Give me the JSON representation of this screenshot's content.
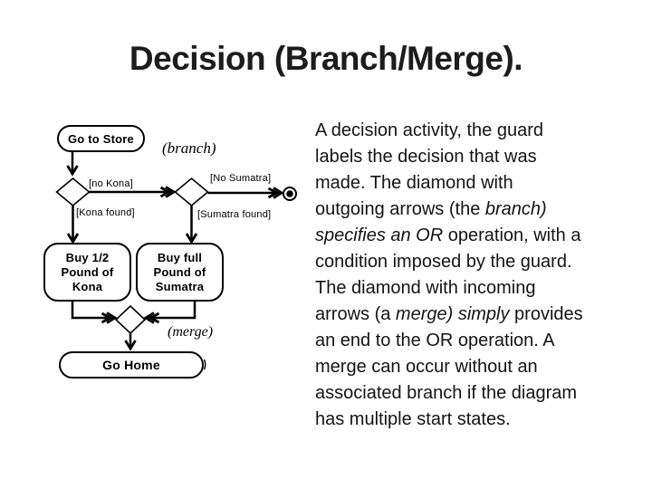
{
  "slide": {
    "title": "Decision (Branch/Merge)."
  },
  "diagram": {
    "nodes": {
      "start": "Go to Store",
      "buy_kona": [
        "Buy 1/2",
        "Pound of",
        "Kona"
      ],
      "buy_sumatra": [
        "Buy full",
        "Pound of",
        "Sumatra"
      ],
      "home": "Go Home"
    },
    "guards": {
      "no_kona": "[no  Kona]",
      "kona_found": "[Kona found]",
      "no_sumatra": "[No Sumatra]",
      "sumatra_found": "[Sumatra found]"
    },
    "annotations": {
      "branch": "(branch)",
      "merge": "(merge)"
    },
    "icons": {
      "decision_diamond": "branch-diamond",
      "merge_diamond": "merge-diamond",
      "final_state": "final-state-bullseye"
    }
  },
  "body": {
    "lines": [
      [
        {
          "t": "A decision activity, the guard",
          "i": false
        }
      ],
      [
        {
          "t": "labels the decision that was",
          "i": false
        }
      ],
      [
        {
          "t": "made. The diamond with",
          "i": false
        }
      ],
      [
        {
          "t": "outgoing arrows (the ",
          "i": false
        },
        {
          "t": "branch)",
          "i": true
        }
      ],
      [
        {
          "t": "specifies an OR",
          "i": true
        },
        {
          "t": " operation, with a",
          "i": false
        }
      ],
      [
        {
          "t": "condition imposed by the guard.",
          "i": false
        }
      ],
      [
        {
          "t": "The diamond with incoming",
          "i": false
        }
      ],
      [
        {
          "t": "arrows (a ",
          "i": false
        },
        {
          "t": "merge) simply",
          "i": true
        },
        {
          "t": " provides",
          "i": false
        }
      ],
      [
        {
          "t": "an end to the OR operation. A",
          "i": false
        }
      ],
      [
        {
          "t": "merge can occur without an",
          "i": false
        }
      ],
      [
        {
          "t": "associated branch if the diagram",
          "i": false
        }
      ],
      [
        {
          "t": "has multiple start states.",
          "i": false
        }
      ]
    ]
  },
  "colors": {
    "background": "#ffffff",
    "ink": "#000000",
    "title_text": "#1c1c1c",
    "body_text": "#141414"
  }
}
